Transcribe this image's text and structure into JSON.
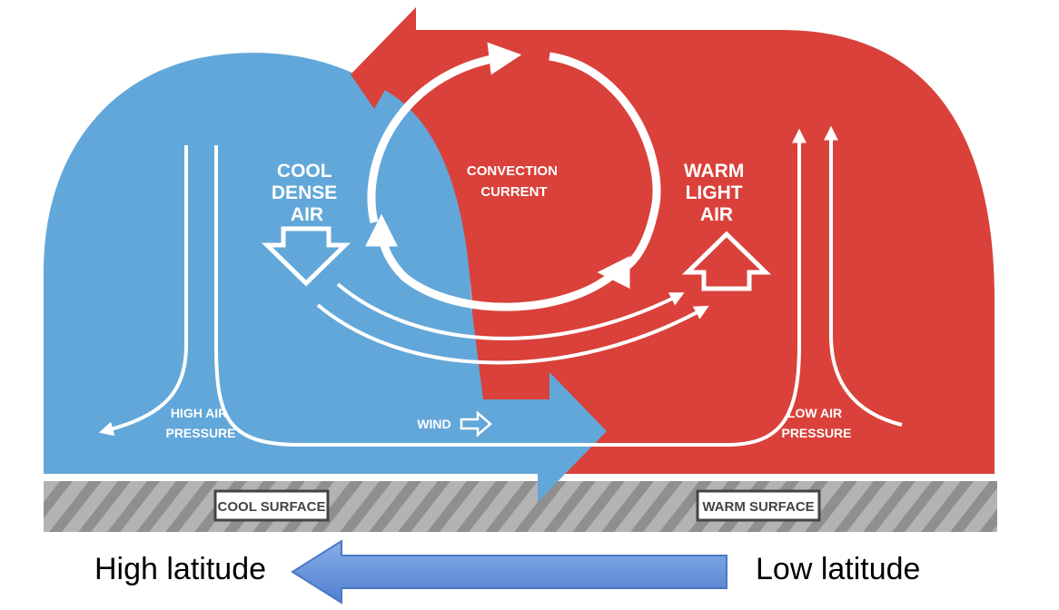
{
  "labels": {
    "cool_dense_air": [
      "COOL",
      "DENSE",
      "AIR"
    ],
    "warm_light_air": [
      "WARM",
      "LIGHT",
      "AIR"
    ],
    "convection_current": [
      "CONVECTION",
      "CURRENT"
    ],
    "high_air_pressure": [
      "HIGH AIR",
      "PRESSURE"
    ],
    "low_air_pressure": [
      "LOW AIR",
      "PRESSURE"
    ],
    "wind": "WIND",
    "cool_surface": "COOL SURFACE",
    "warm_surface": "WARM SURFACE"
  },
  "latitude": {
    "high": "High latitude",
    "low": "Low latitude"
  },
  "colors": {
    "cool_air": "#62a7d9",
    "warm_air": "#d9413a",
    "surface_gray": "#b3b3b3",
    "surface_stripe": "#8f8f8f",
    "latitude_arrow": "#6c95d9",
    "arrow_white": "#ffffff"
  },
  "icons": [
    "cool-air-down-arrow-icon",
    "warm-air-up-arrow-icon",
    "wind-arrow-icon",
    "latitude-arrow-icon"
  ]
}
